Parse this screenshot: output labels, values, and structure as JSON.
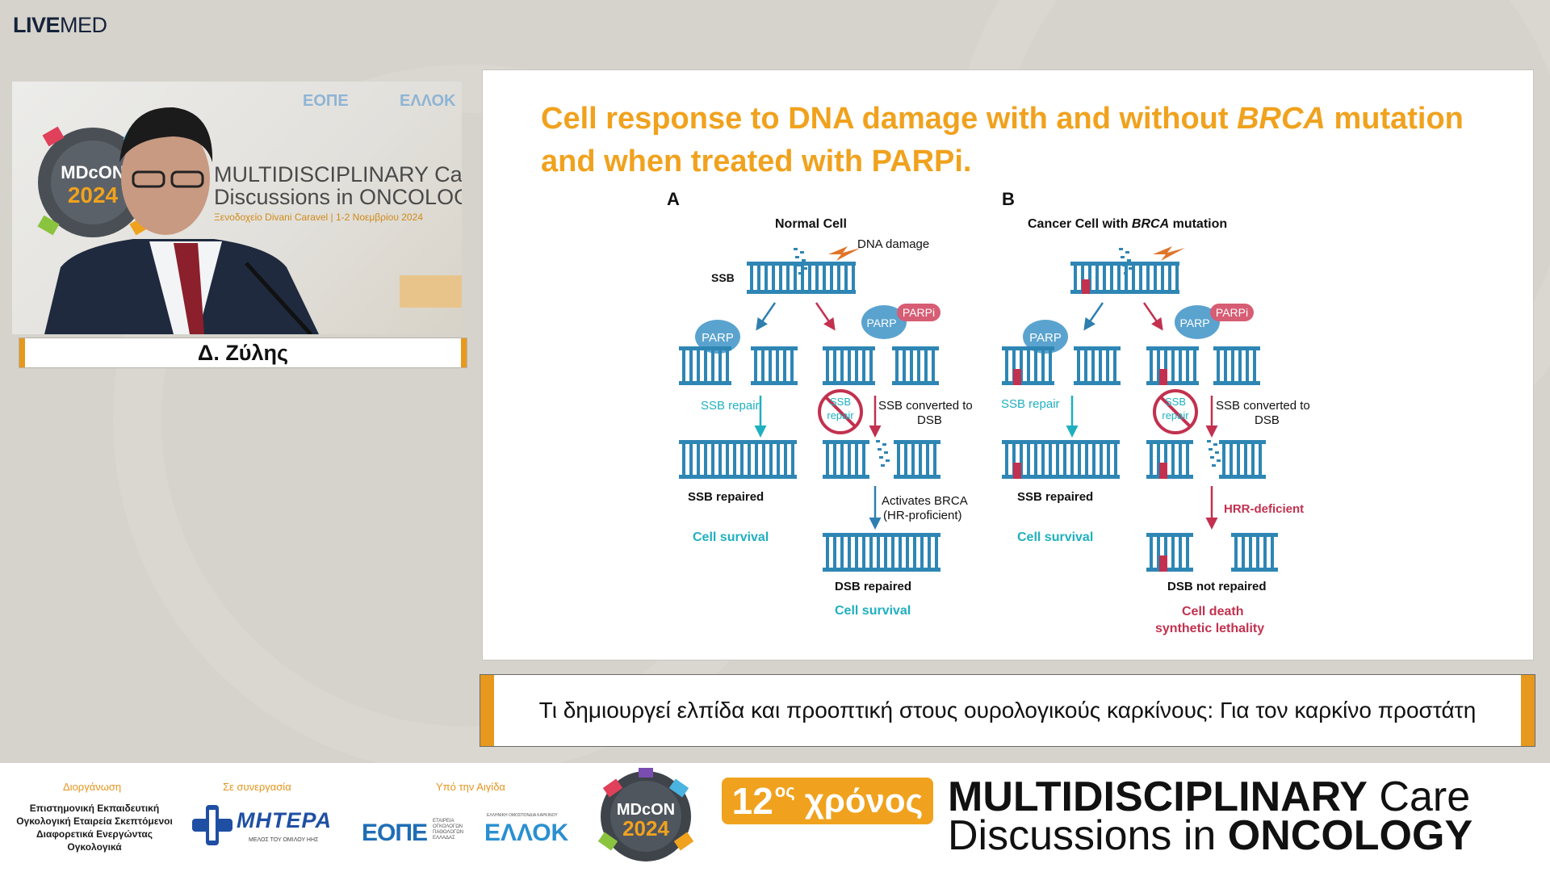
{
  "brand": {
    "part1": "LIVE",
    "part2": "MED"
  },
  "video": {
    "backdrop_line1": "MULTIDISCIPLINARY Care",
    "backdrop_line2": "Discussions in ONCOLOGY",
    "backdrop_venue": "Ξενοδοχείο Divani Caravel | 1-2 Νοεμβρίου 2024",
    "backdrop_logo_top": "MDcON",
    "backdrop_logo_year": "2024",
    "backdrop_eope": "ΕΟΠΕ",
    "backdrop_ellok": "ΕΛΛΟΚ",
    "speaker_name": "Δ. Ζύλης"
  },
  "slide": {
    "title_part1": "Cell response to DNA damage with and without ",
    "title_italic": "BRCA",
    "title_part2": " mutation and when treated with PARPi.",
    "panel_a": {
      "letter": "A",
      "heading": "Normal Cell",
      "dna_damage": "DNA damage",
      "ssb": "SSB",
      "parp": "PARP",
      "parpi": "PARPi",
      "ssb_repair": "SSB repair",
      "ssb_repaired": "SSB repaired",
      "cell_survival_left": "Cell survival",
      "blocked_line1": "SSB",
      "blocked_line2": "repair",
      "converted_line1": "SSB converted to",
      "converted_line2": "DSB",
      "activates_line1": "Activates BRCA",
      "activates_line2": "(HR-proficient)",
      "dsb_repaired": "DSB repaired",
      "cell_survival_right": "Cell survival"
    },
    "panel_b": {
      "letter": "B",
      "heading_part1": "Cancer Cell with ",
      "heading_italic": "BRCA",
      "heading_part2": " mutation",
      "parp": "PARP",
      "parpi": "PARPi",
      "ssb_repair": "SSB repair",
      "ssb_repaired": "SSB repaired",
      "cell_survival": "Cell survival",
      "blocked_line1": "SSB",
      "blocked_line2": "repair",
      "converted_line1": "SSB converted to",
      "converted_line2": "DSB",
      "hrr_deficient": "HRR-deficient",
      "dsb_not_repaired": "DSB not repaired",
      "cell_death": "Cell death",
      "synthetic_lethality": "synthetic lethality"
    }
  },
  "caption": "Τι δημιουργεί ελπίδα και προοπτική στους ουρολογικούς καρκίνους: Για τον καρκίνο προστάτη",
  "footer": {
    "organizer_label": "Διοργάνωση",
    "organizer_text": "Επιστημονική Εκπαιδευτική Ογκολογική Εταιρεία Σκεπτόμενοι Διαφορετικά Ενεργώντας Ογκολογικά",
    "collab_label": "Σε συνεργασία",
    "mitera": "ΜΗΤΕΡΑ",
    "mitera_sub": "ΜΕΛΟΣ ΤΟΥ ΟΜΙΛΟΥ ΗΗΣ",
    "aegis_label": "Υπό την Αιγίδα",
    "eope": "ΕΟΠΕ",
    "eope_sub": "ΕΤΑΙΡΕΙΑ ΟΓΚΟΛΟΓΩΝ ΠΑΘΟΛΟΓΩΝ ΕΛΛΑΔΑΣ",
    "ellok": "ΕΛΛΟΚ",
    "ellok_sub": "ΕΛΛΗΝΙΚΗ ΟΜΟΣΠΟΝΔΙΑ ΚΑΡΚΙΝΟΥ",
    "logo_top": "MDcON",
    "logo_year": "2024",
    "years_num": "12",
    "years_sup": "ος",
    "years_word": "χρόνος",
    "title_line1_bold": "MULTIDISCIPLINARY",
    "title_line1_regular": " Care",
    "title_line2_regular": "Discussions in ",
    "title_line2_bold": "ONCOLOGY"
  },
  "colors": {
    "accent_orange": "#f0a21e",
    "dna_blue": "#2e86b4",
    "teal": "#1fb0c0",
    "crimson": "#c2314f",
    "navy": "#15223b"
  }
}
